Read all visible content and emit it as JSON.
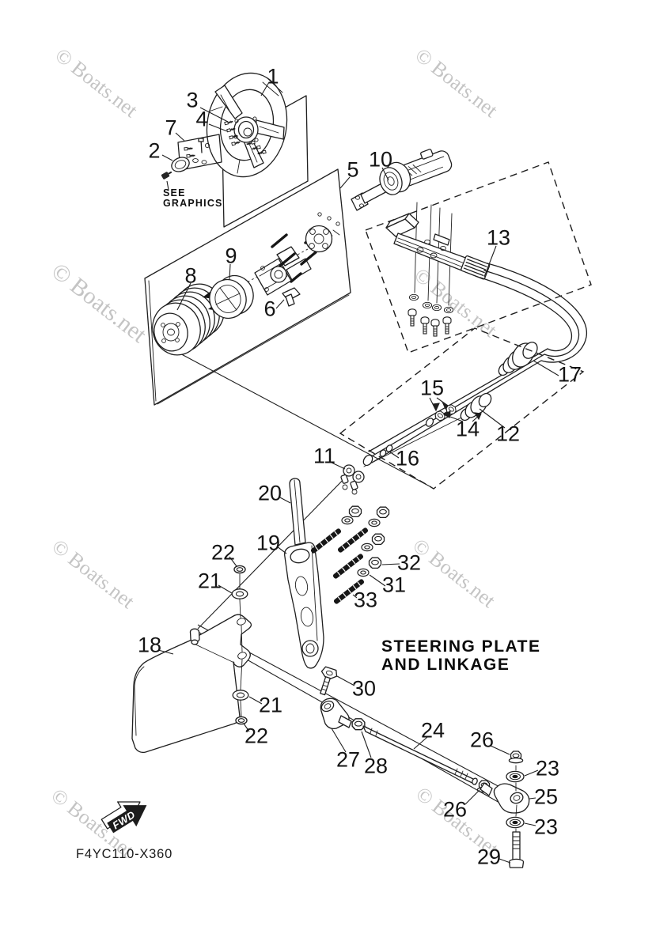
{
  "diagram": {
    "title_line1": "STEERING PLATE",
    "title_line2": "AND LINKAGE",
    "part_code": "F4YC110-X360",
    "fwd_label": "FWD",
    "see_graphics_line1": "SEE",
    "see_graphics_line2": "GRAPHICS",
    "watermark": "© Boats.net",
    "colors": {
      "line": "#1f1f1f",
      "watermark": "#7d7d7d",
      "background": "#ffffff"
    }
  },
  "callouts": [
    {
      "label": "1"
    },
    {
      "label": "3"
    },
    {
      "label": "4"
    },
    {
      "label": "7"
    },
    {
      "label": "2"
    },
    {
      "label": "5"
    },
    {
      "label": "10"
    },
    {
      "label": "13"
    },
    {
      "label": "8"
    },
    {
      "label": "9"
    },
    {
      "label": "6"
    },
    {
      "label": "17"
    },
    {
      "label": "15"
    },
    {
      "label": "14"
    },
    {
      "label": "12"
    },
    {
      "label": "11"
    },
    {
      "label": "16"
    },
    {
      "label": "20"
    },
    {
      "label": "19"
    },
    {
      "label": "22"
    },
    {
      "label": "21"
    },
    {
      "label": "32"
    },
    {
      "label": "31"
    },
    {
      "label": "33"
    },
    {
      "label": "18"
    },
    {
      "label": "30"
    },
    {
      "label": "21"
    },
    {
      "label": "22"
    },
    {
      "label": "27"
    },
    {
      "label": "28"
    },
    {
      "label": "24"
    },
    {
      "label": "26"
    },
    {
      "label": "23"
    },
    {
      "label": "25"
    },
    {
      "label": "26"
    },
    {
      "label": "23"
    },
    {
      "label": "29"
    }
  ]
}
